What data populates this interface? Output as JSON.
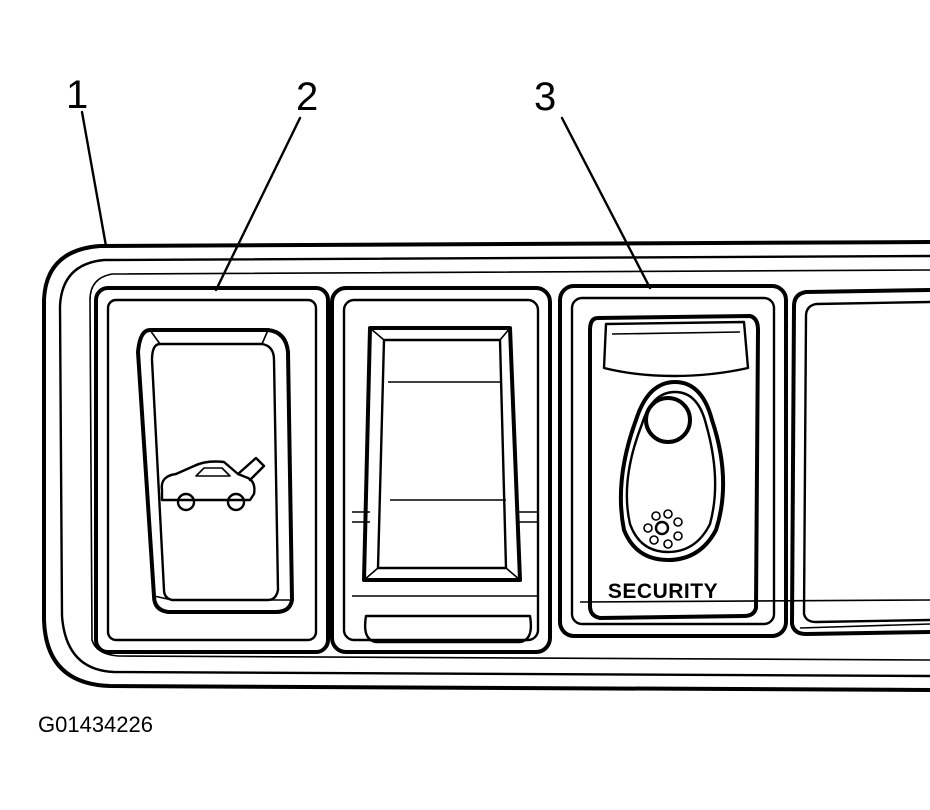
{
  "callouts": [
    {
      "number": "1",
      "target": "bezel"
    },
    {
      "number": "2",
      "target": "trunk-release-switch"
    },
    {
      "number": "3",
      "target": "security-switch"
    }
  ],
  "security_label": "SECURITY",
  "figure_id": "G01434226"
}
